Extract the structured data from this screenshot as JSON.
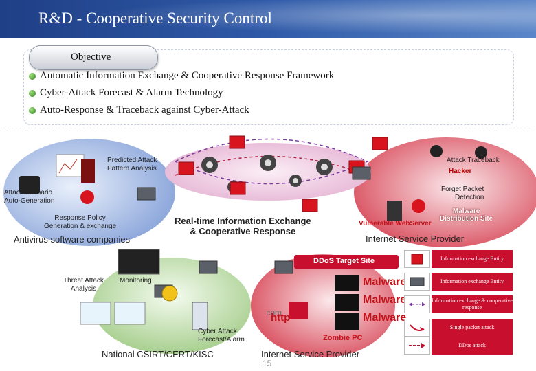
{
  "header": {
    "title": "R&D - Cooperative Security Control"
  },
  "objective": {
    "label": "Objective",
    "items": [
      "Automatic Information Exchange & Cooperative Response Framework",
      "Cyber-Attack Forecast & Alarm Technology",
      "Auto-Response & Traceback against Cyber-Attack"
    ]
  },
  "diagram": {
    "predicted": "Predicted Attack\nPattern Analysis",
    "attack_scenario": "Attack Scenario\nAuto-Generation",
    "response_policy": "Response Policy\nGeneration & exchange",
    "antivirus": "Antivirus software companies",
    "attack_traceback": "Attack Traceback",
    "hacker": "Hacker",
    "forget_packet": "Forget Packet\nDetection",
    "malware_dist": "Malware\nDistribution Site",
    "vulnerable_web": "Vulnerable WebServer",
    "isp_top": "Internet Service Provider",
    "realtime": "Real-time Information Exchange\n& Cooperative Response",
    "ddos_target": "DDoS Target Site",
    "threat_attack": "Threat Attack\nAnalysis",
    "monitoring": "Monitoring",
    "cyber_forecast": "Cyber Attack\nForecast/Alarm",
    "national": "National CSIRT/CERT/KISC",
    "zombie": "Zombie PC",
    "isp_bottom": "Internet Service Provider",
    "malware_words": [
      "Malware",
      "Malware",
      "Malware"
    ],
    "http": "http",
    "com": ".com"
  },
  "legend": [
    {
      "icon": "red-cube-icon",
      "text": "Information exchange Entity"
    },
    {
      "icon": "server-icon",
      "text": "Information exchange Entity"
    },
    {
      "icon": "double-arrow-icon",
      "text": "Information exchange & cooperative response"
    },
    {
      "icon": "red-arrow-icon",
      "text": "Single packet attack"
    },
    {
      "icon": "ddos-arrow-icon",
      "text": "DDos attack"
    }
  ],
  "footer": {
    "page": "15"
  },
  "colors": {
    "title_bg": "#2f5aa8",
    "accent_red": "#c8102e",
    "blue_region": "#9db6e3",
    "red_region": "#e48a95"
  }
}
